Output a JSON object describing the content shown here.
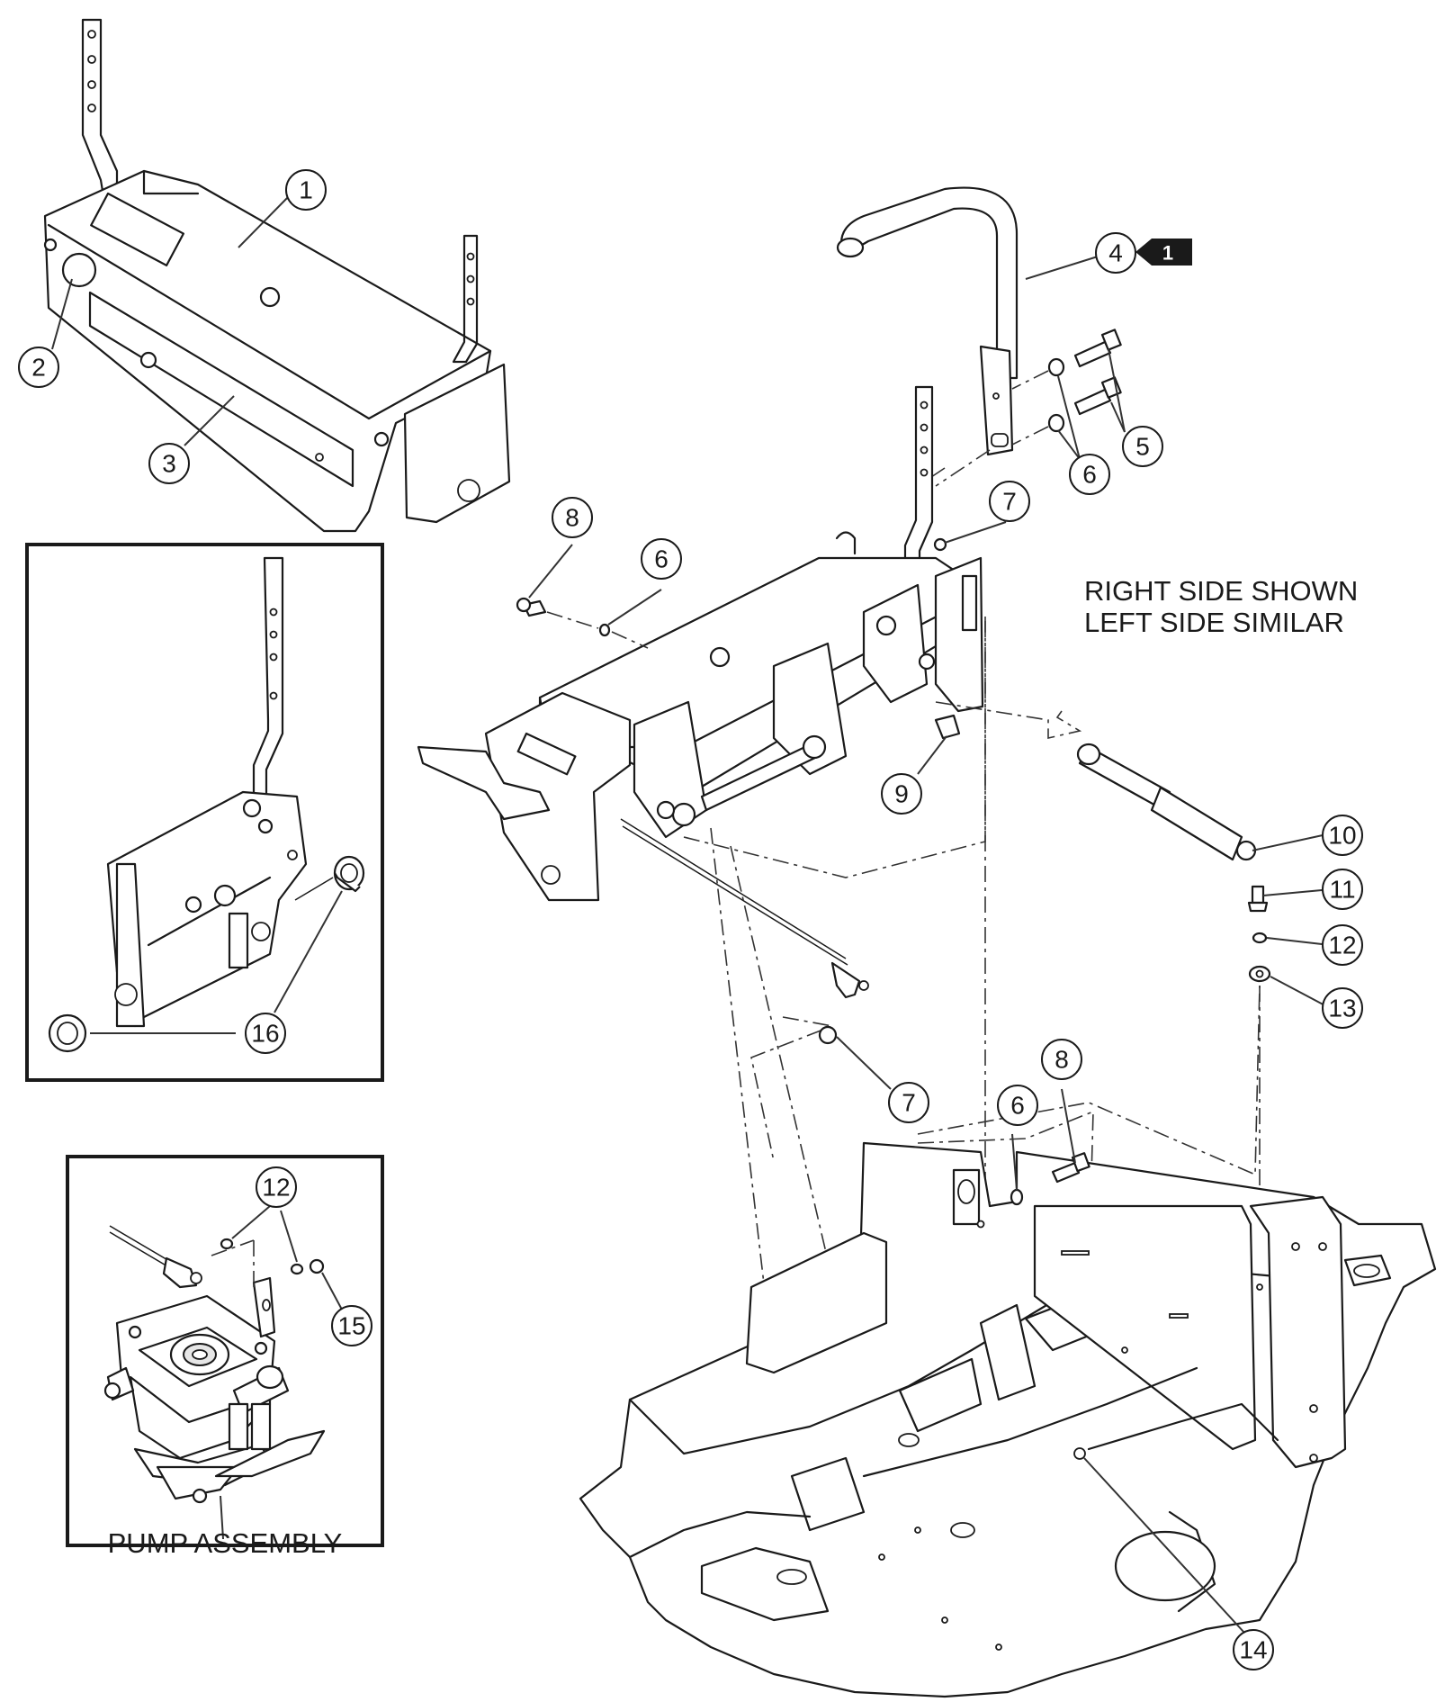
{
  "callouts": [
    {
      "id": "c1",
      "label": "1"
    },
    {
      "id": "c2",
      "label": "2"
    },
    {
      "id": "c3",
      "label": "3"
    },
    {
      "id": "c4",
      "label": "4"
    },
    {
      "id": "c5",
      "label": "5"
    },
    {
      "id": "c6a",
      "label": "6"
    },
    {
      "id": "c6b",
      "label": "6"
    },
    {
      "id": "c6c",
      "label": "6"
    },
    {
      "id": "c7a",
      "label": "7"
    },
    {
      "id": "c7b",
      "label": "7"
    },
    {
      "id": "c8a",
      "label": "8"
    },
    {
      "id": "c8b",
      "label": "8"
    },
    {
      "id": "c9",
      "label": "9"
    },
    {
      "id": "c10",
      "label": "10"
    },
    {
      "id": "c11",
      "label": "11"
    },
    {
      "id": "c12a",
      "label": "12"
    },
    {
      "id": "c12b",
      "label": "12"
    },
    {
      "id": "c13",
      "label": "13"
    },
    {
      "id": "c14",
      "label": "14"
    },
    {
      "id": "c15",
      "label": "15"
    },
    {
      "id": "c16",
      "label": "16"
    }
  ],
  "note_badge": "1",
  "side_note": {
    "line1": "RIGHT SIDE SHOWN",
    "line2": "LEFT SIDE SIMILAR"
  },
  "pump_label": "PUMP ASSEMBLY"
}
